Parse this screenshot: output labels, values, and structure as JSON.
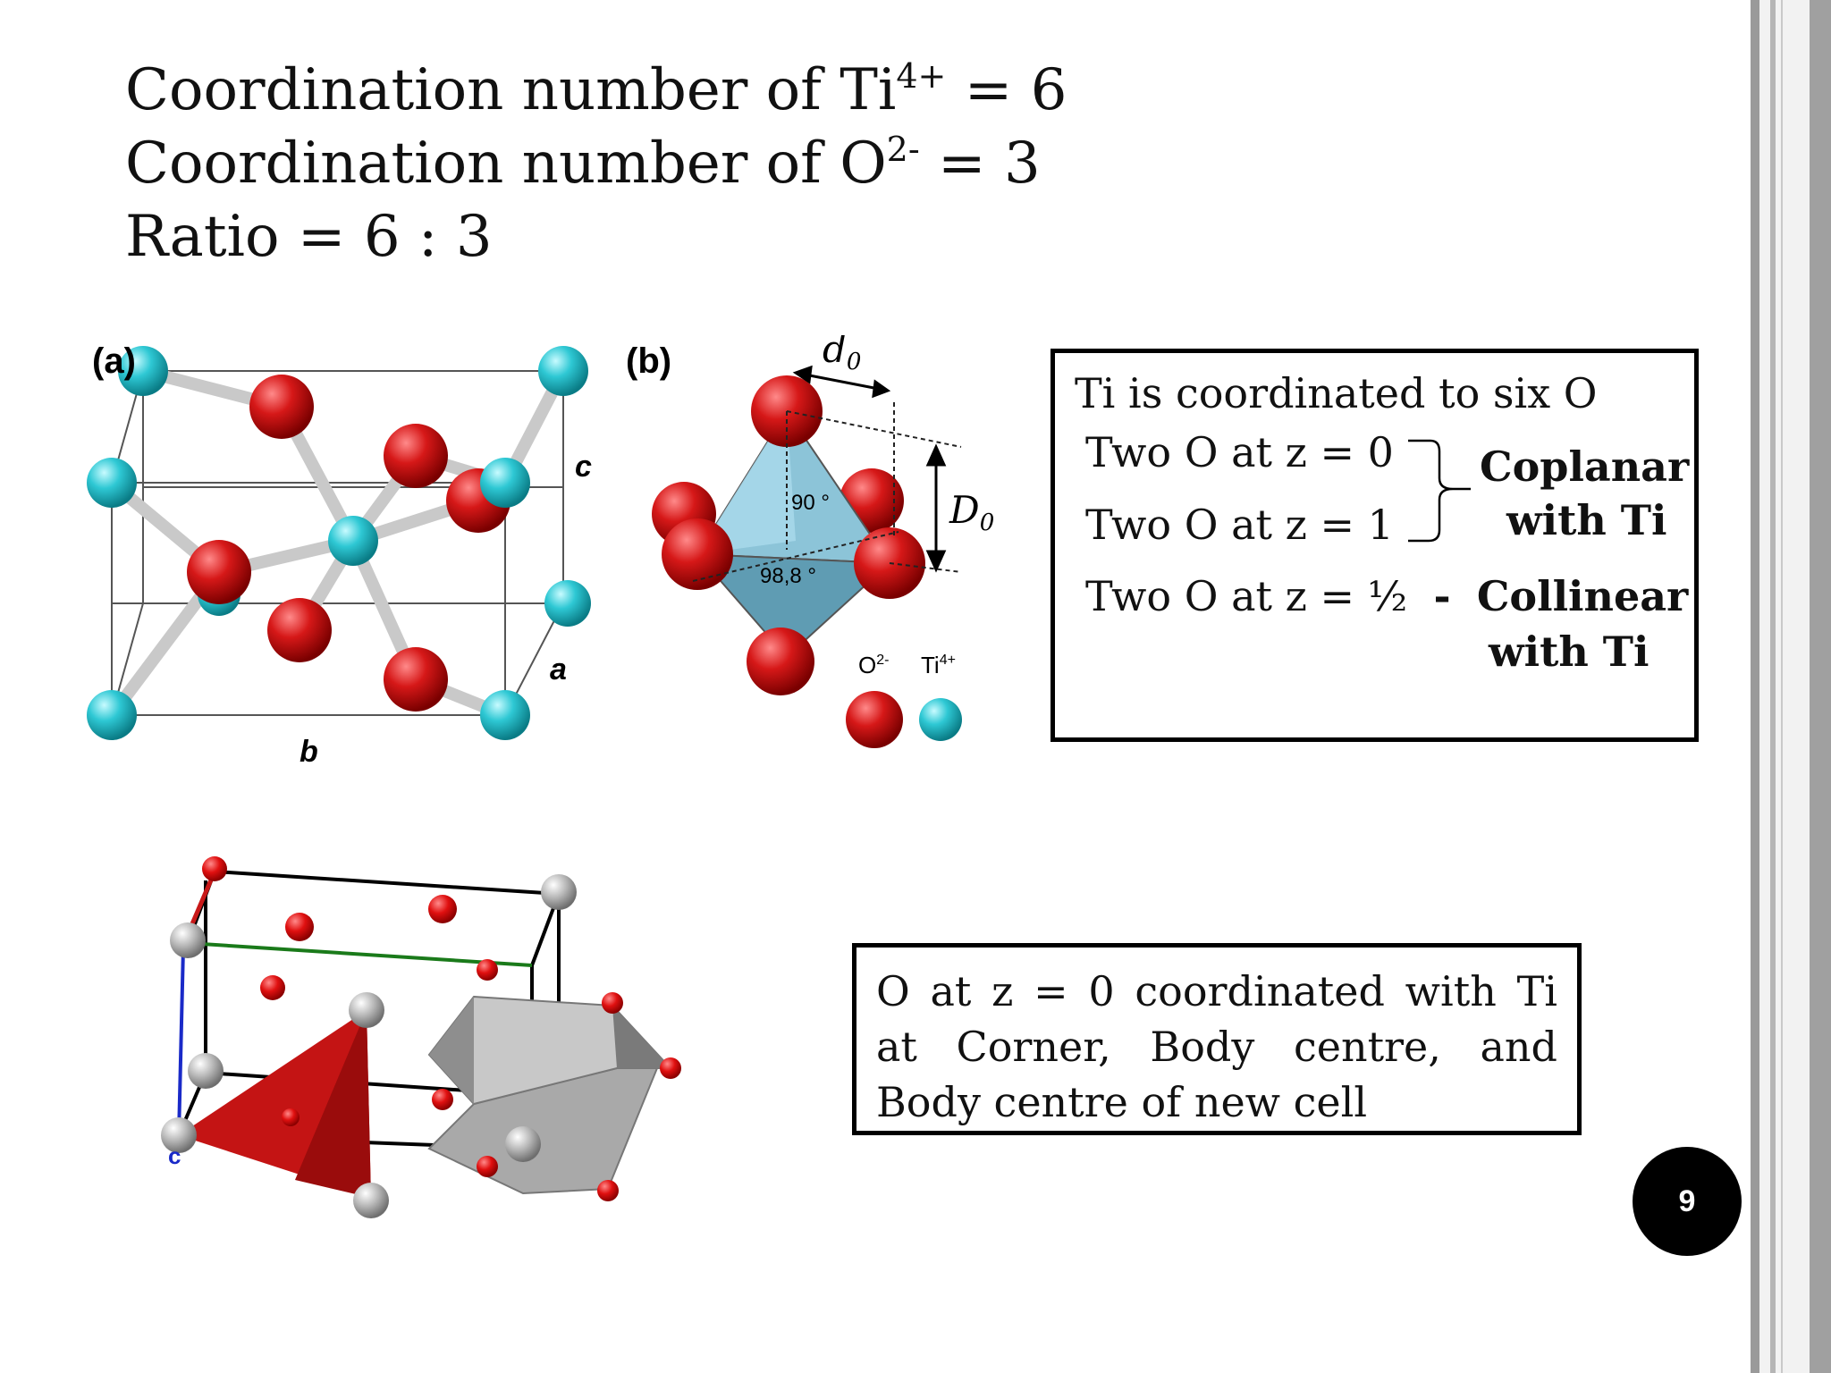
{
  "heading": {
    "line1_prefix": "Coordination number of  Ti",
    "line1_sup": "4+",
    "line1_suffix": " = 6",
    "line2_prefix": "Coordination number of  O",
    "line2_sup": "2-",
    "line2_suffix": "   = 3",
    "line3": "Ratio = 6 : 3"
  },
  "figure_a": {
    "panel_label": "(a)",
    "axis_c": "c",
    "axis_a": "a",
    "axis_b": "b"
  },
  "figure_b": {
    "panel_label": "(b)",
    "d0": "d",
    "d0_sub": "0",
    "D0": "D",
    "D0_sub": "0",
    "angle1": "90 °",
    "angle2": "98,8 °",
    "legend_o": "O",
    "legend_o_sup": "2-",
    "legend_ti": "Ti",
    "legend_ti_sup": "4+"
  },
  "figure_c": {
    "axis_c": "c"
  },
  "box1": {
    "line1": "Ti is coordinated to six O",
    "line2": "Two O at z = 0",
    "line3": "Two O at z = 1",
    "coplanar": "Coplanar",
    "with_ti_1": "with Ti",
    "line4": "Two O at z = ½",
    "dash": "-",
    "collinear": "Collinear",
    "with_ti_2": "with Ti"
  },
  "box2": {
    "text": "O at z = 0 coordinated with Ti at Corner, Body centre, and Body centre of new cell"
  },
  "page_number": "9",
  "colors": {
    "oxygen": "#d61818",
    "titanium": "#2ec8d4",
    "badge": "#000000"
  }
}
